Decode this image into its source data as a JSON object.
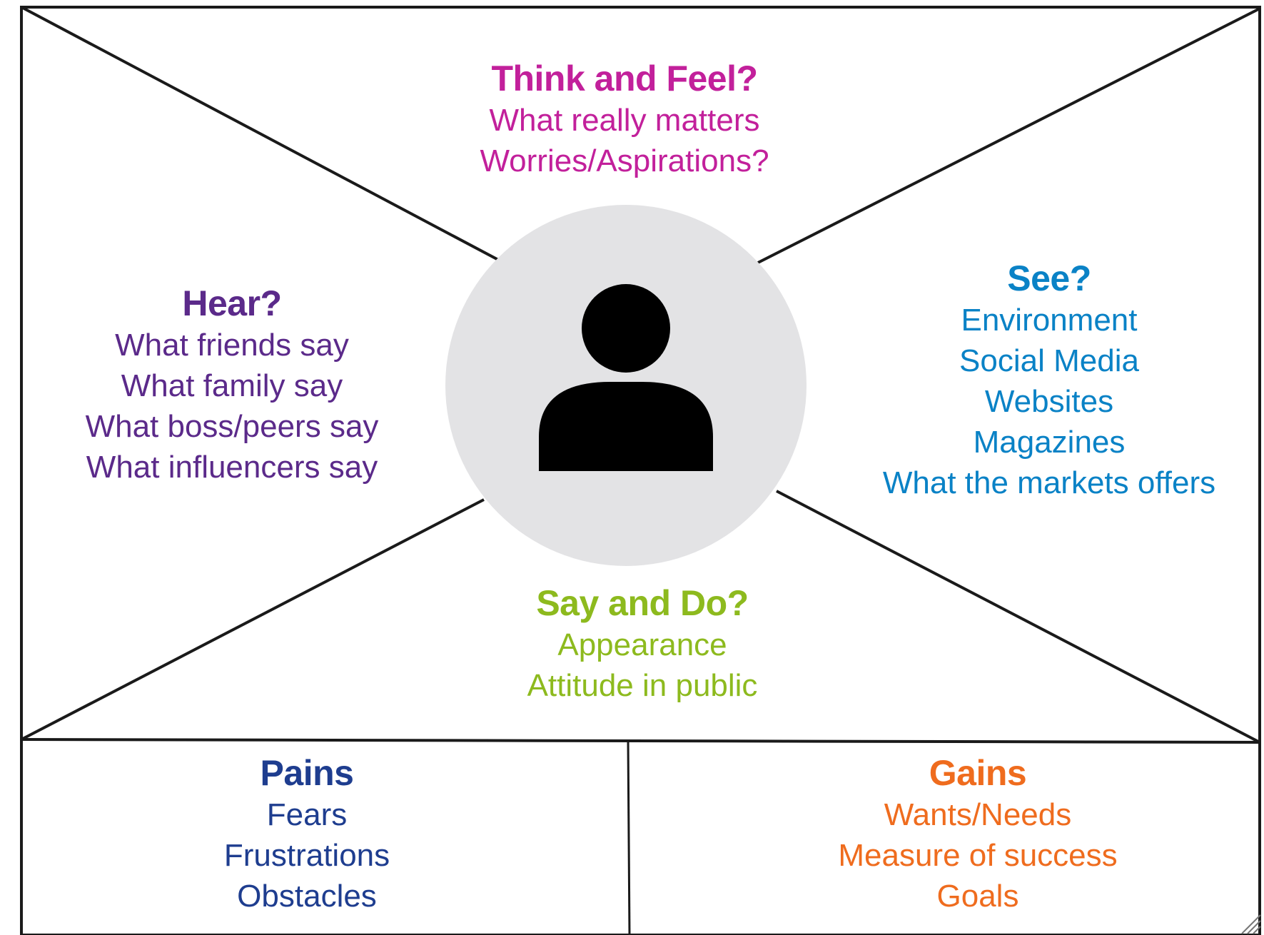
{
  "colors": {
    "frame": "#1a1a1a",
    "circle_fill": "#e3e3e5",
    "person_fill": "#000000",
    "think": "#c2209b",
    "hear": "#5b2a8a",
    "see": "#0a82c6",
    "say": "#8dba1e",
    "pains": "#1e3d8f",
    "gains": "#ef6c1e"
  },
  "center": {
    "icon": "person-icon"
  },
  "think": {
    "heading": "Think and Feel?",
    "items": [
      "What really matters",
      "Worries/Aspirations?"
    ]
  },
  "hear": {
    "heading": "Hear?",
    "items": [
      "What friends say",
      "What family say",
      "What boss/peers say",
      "What influencers say"
    ]
  },
  "see": {
    "heading": "See?",
    "items": [
      "Environment",
      "Social Media",
      "Websites",
      "Magazines",
      "What the markets offers"
    ]
  },
  "say": {
    "heading": "Say and Do?",
    "items": [
      "Appearance",
      "Attitude in public"
    ]
  },
  "pains": {
    "heading": "Pains",
    "items": [
      "Fears",
      "Frustrations",
      "Obstacles"
    ]
  },
  "gains": {
    "heading": "Gains",
    "items": [
      "Wants/Needs",
      "Measure of success",
      "Goals"
    ]
  }
}
